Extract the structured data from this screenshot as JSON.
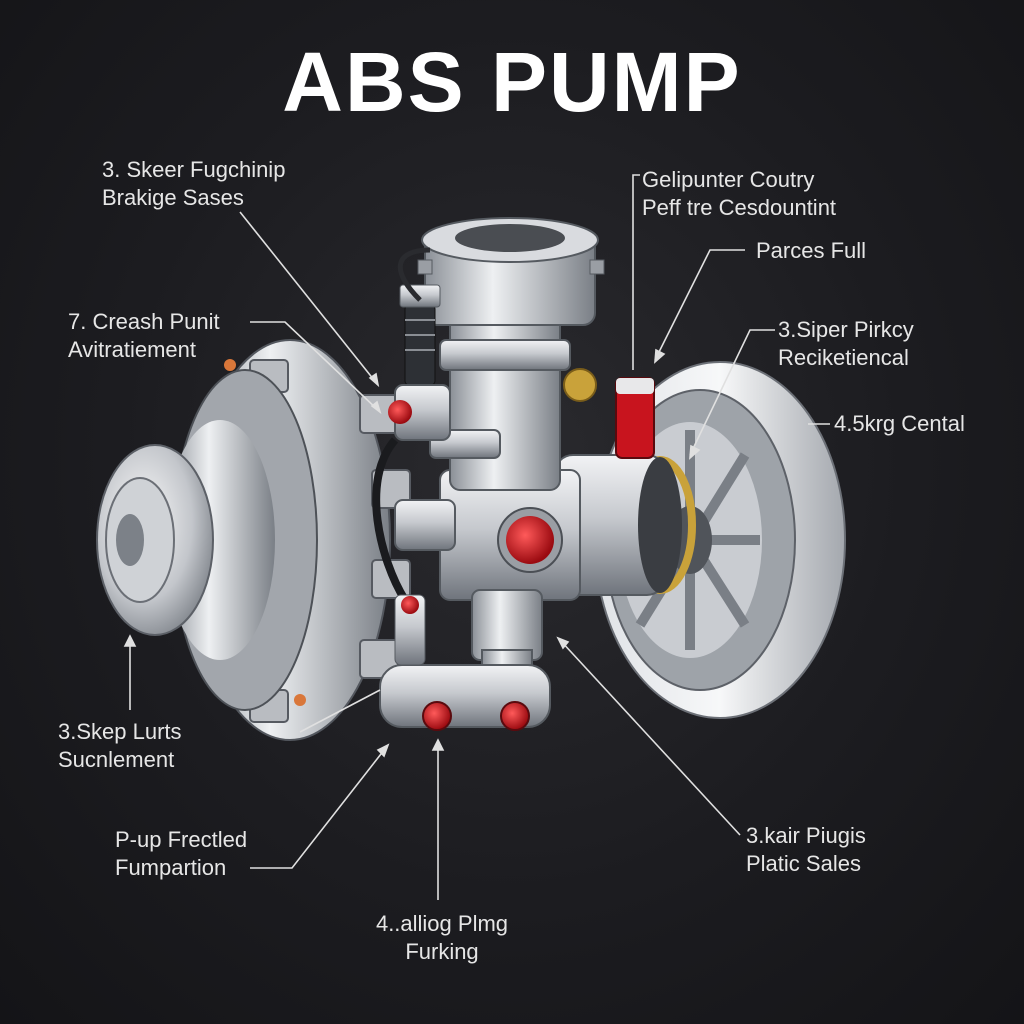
{
  "title": "ABS PUMP",
  "labels": [
    {
      "id": "top-left",
      "line1": "3. Skeer Fugchinip",
      "line2": "Brakige Sases"
    },
    {
      "id": "mid-left",
      "line1": "7. Creash Punit",
      "line2": "Avitratiement"
    },
    {
      "id": "low-left",
      "line1": "3.Skep Lurts",
      "line2": "Sucnlement"
    },
    {
      "id": "bottom-left",
      "line1": "P-up Frectled",
      "line2": "Fumpartion"
    },
    {
      "id": "bottom-center",
      "line1": "4..alliog Plmg",
      "line2": "Furking"
    },
    {
      "id": "top-right",
      "line1": "Gelipunter Coutry",
      "line2": "Peff tre Cesdountint"
    },
    {
      "id": "upper-right",
      "line1": "Parces Full",
      "line2": ""
    },
    {
      "id": "mid-right",
      "line1": "3.Siper Pirkcy",
      "line2": "Reciketiencal"
    },
    {
      "id": "side-right",
      "line1": "4.5krg Cental",
      "line2": ""
    },
    {
      "id": "bottom-right",
      "line1": "3.kair Piugis",
      "line2": "Platic Sales"
    }
  ],
  "colors": {
    "background": "#1c1c20",
    "metal_light": "#e4e6ea",
    "metal_dark": "#7d828a",
    "accent_red": "#c8141e",
    "brass": "#c9a23a",
    "leader": "#e0e0e0"
  }
}
